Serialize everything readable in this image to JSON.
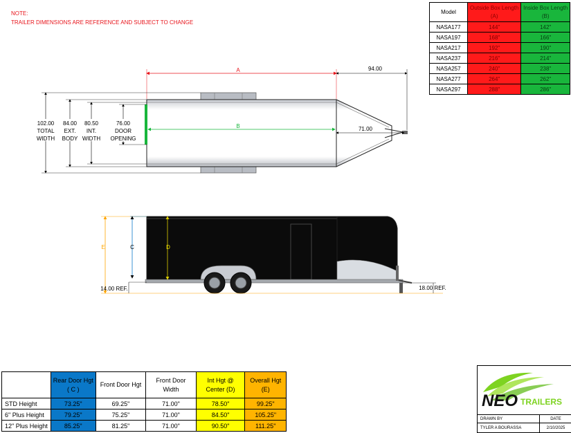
{
  "notes": {
    "line1": "NOTE:",
    "line2": "TRAILER DIMENSIONS ARE REFERENCE AND SUBJECT TO CHANGE"
  },
  "model_table": {
    "headers": [
      "Model",
      "Outside Box Length (A)",
      "Inside Box Length (B)"
    ],
    "header_a_line1": "Outside Box Length",
    "header_a_line2": "(A)",
    "header_b_line1": "Inside Box Length",
    "header_b_line2": "(B)",
    "rows": [
      {
        "model": "NASA177",
        "outside": "144\"",
        "inside": "142\""
      },
      {
        "model": "NASA197",
        "outside": "168\"",
        "inside": "166\""
      },
      {
        "model": "NASA217",
        "outside": "192\"",
        "inside": "190\""
      },
      {
        "model": "NASA237",
        "outside": "216\"",
        "inside": "214\""
      },
      {
        "model": "NASA257",
        "outside": "240\"",
        "inside": "238\""
      },
      {
        "model": "NASA277",
        "outside": "264\"",
        "inside": "262\""
      },
      {
        "model": "NASA297",
        "outside": "288\"",
        "inside": "286\""
      }
    ],
    "colors": {
      "outside": "#ff1a1a",
      "inside": "#19b63c"
    }
  },
  "top_view": {
    "label_a": "A",
    "label_b": "B",
    "dim_tongue": "94.00",
    "dim_coupler": "71.00",
    "dims": [
      {
        "value": "102.00",
        "line2": "TOTAL",
        "line3": "WIDTH"
      },
      {
        "value": "84.00",
        "line2": "EXT.",
        "line3": "BODY"
      },
      {
        "value": "80.50",
        "line2": "INT.",
        "line3": "WIDTH"
      },
      {
        "value": "76.00",
        "line2": "DOOR",
        "line3": "OPENING"
      }
    ]
  },
  "side_view": {
    "label_e": "E",
    "label_c": "C",
    "label_d": "D",
    "dim_rear": "14.00 REF.",
    "dim_front": "18.00 REF."
  },
  "height_table": {
    "headers": {
      "rear_line1": "Rear Door Hgt",
      "rear_line2": "( C )",
      "front": "Front Door Hgt",
      "front_width_line1": "Front Door",
      "front_width_line2": "Width",
      "int_line1": "Int Hgt @",
      "int_line2": "Center  (D)",
      "overall_line1": "Overall Hgt",
      "overall_line2": "(E)"
    },
    "rows": [
      {
        "label": "STD Height",
        "rear": "73.25\"",
        "front": "69.25\"",
        "width": "71.00\"",
        "int": "78.50\"",
        "overall": "99.25\""
      },
      {
        "label": "6\" Plus Height",
        "rear": "79.25\"",
        "front": "75.25\"",
        "width": "71.00\"",
        "int": "84.50\"",
        "overall": "105.25\""
      },
      {
        "label": "12\" Plus Height",
        "rear": "85.25\"",
        "front": "81.25\"",
        "width": "71.00\"",
        "int": "90.50\"",
        "overall": "111.25\""
      }
    ],
    "colors": {
      "rear": "#0a78c8",
      "int": "#ffff00",
      "overall": "#ffb400"
    }
  },
  "title_block": {
    "logo_neo": "NEO",
    "logo_trailers": "TRAILERS",
    "drawn_by_label": "DRAWN BY",
    "date_label": "DATE",
    "drawn_by": "TYLER A BOURASSA",
    "date": "2/10/2025"
  }
}
